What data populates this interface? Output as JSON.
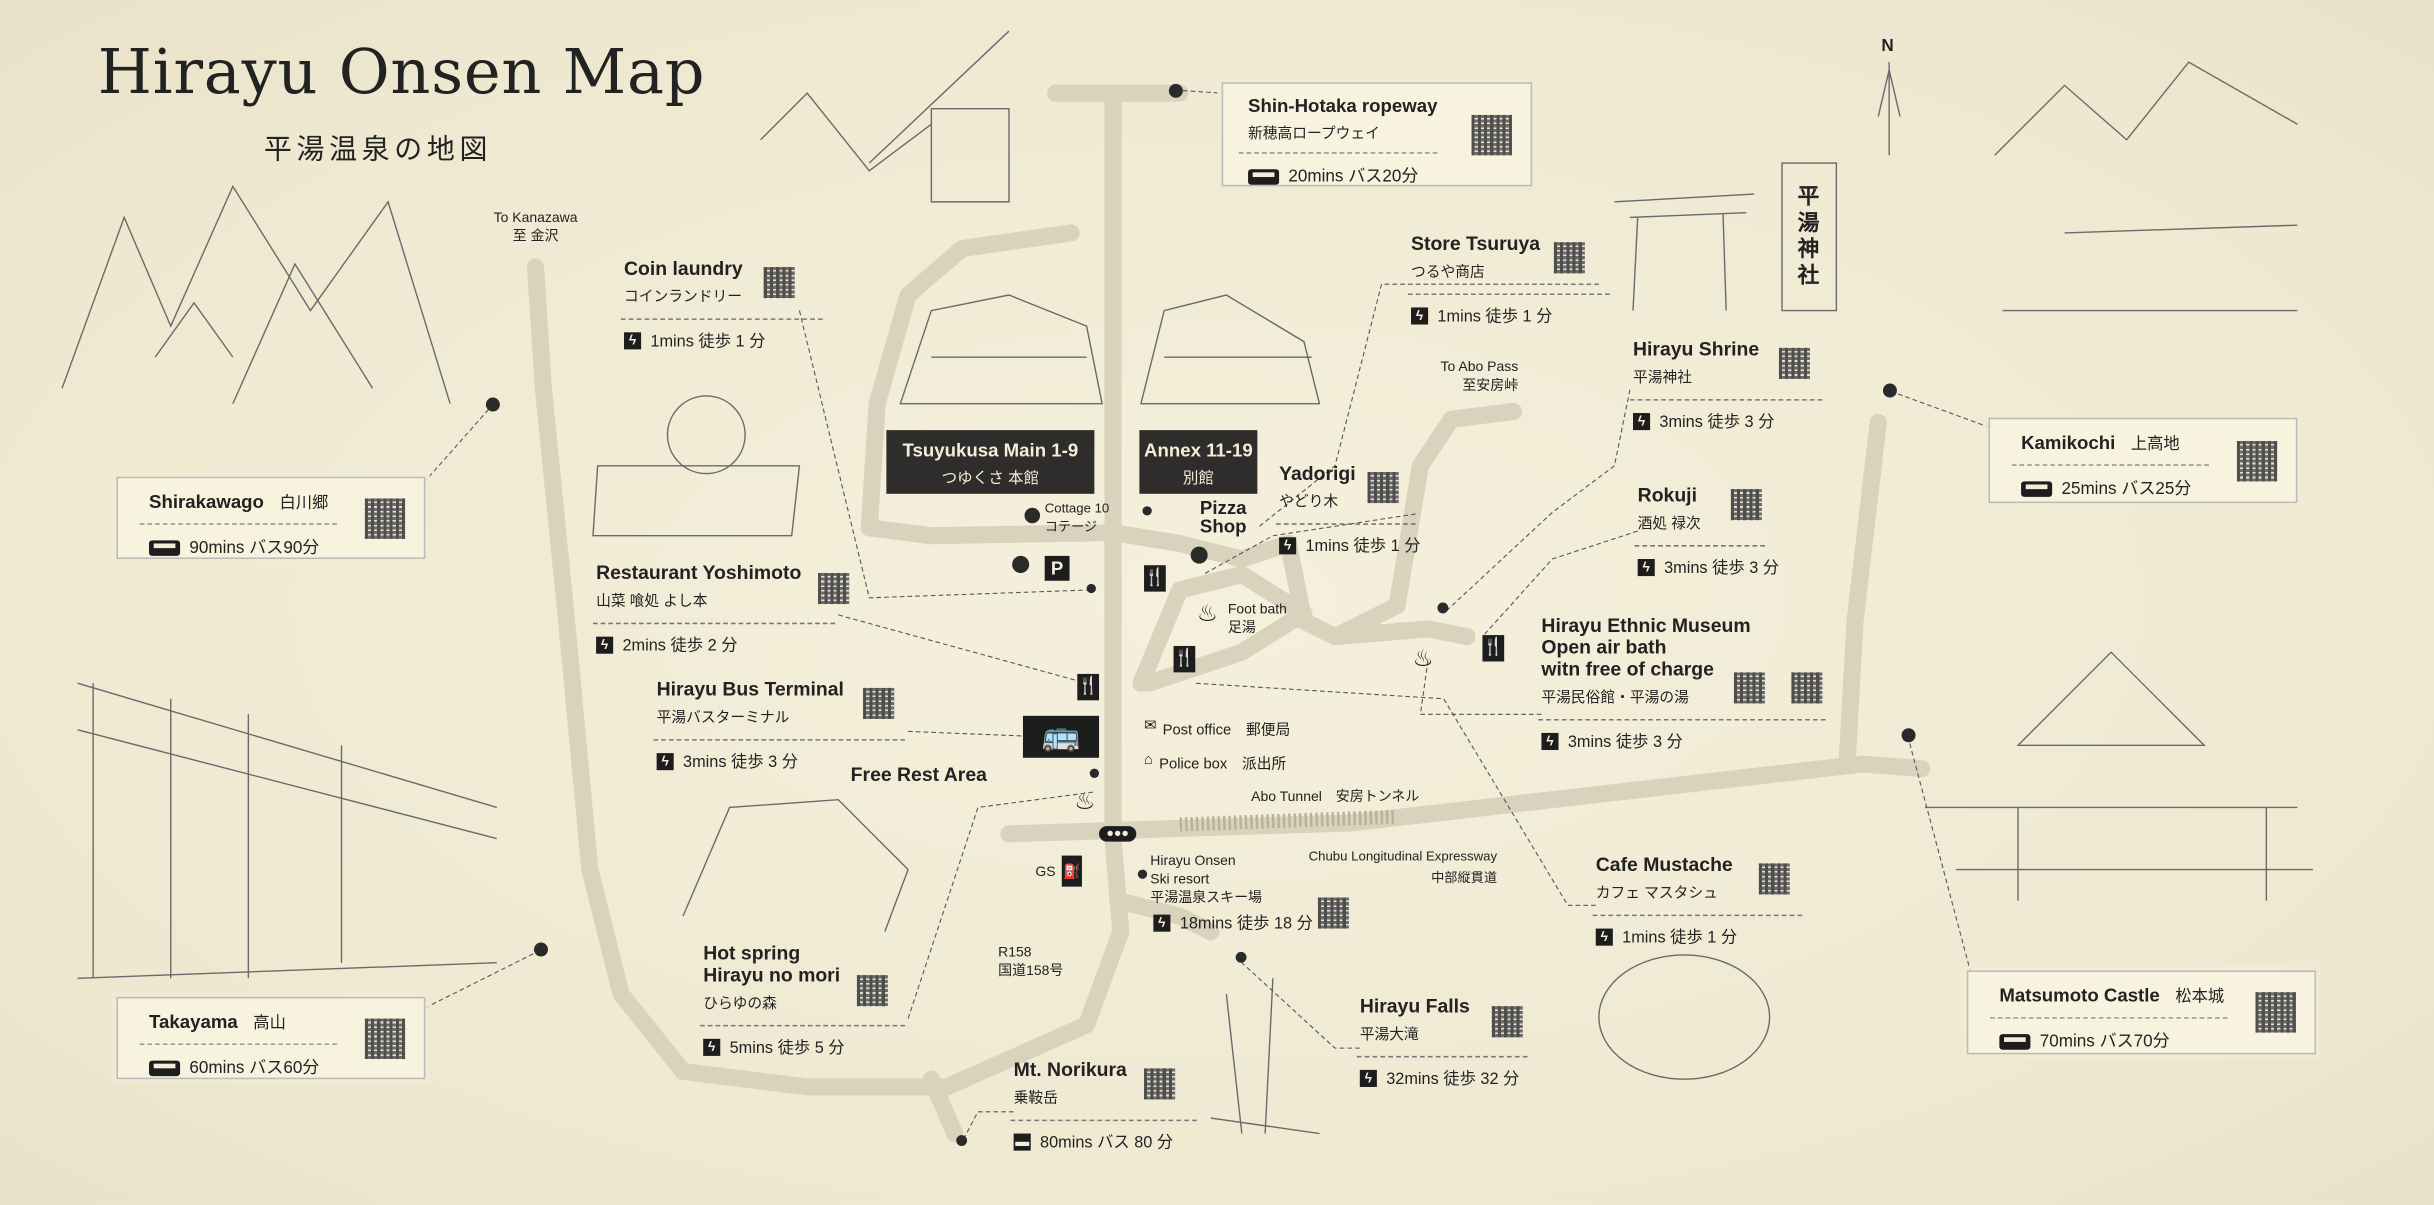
{
  "title": "Hirayu Onsen Map",
  "subtitle": "平湯温泉の地図",
  "compass": "N",
  "colors": {
    "paper": "#f3eed9",
    "ink": "#222222",
    "road": "#dcd6c0",
    "label_box": "#2f2d2b"
  },
  "road_labels": {
    "kanazawa_en": "To Kanazawa",
    "kanazawa_jp": "至 金沢",
    "abo_pass_en": "To Abo Pass",
    "abo_pass_jp": "至安房峠",
    "tunnel": "Abo Tunnel　安房トンネル",
    "expressway_en": "Chubu Longitudinal Expressway",
    "expressway_jp": "中部縦貫道",
    "r158_en": "R158",
    "r158_jp": "国道158号",
    "gs": "GS"
  },
  "hotels": {
    "main_en": "Tsuyukusa Main 1-9",
    "main_jp": "つゆくさ 本館",
    "annex_en": "Annex 11-19",
    "annex_jp": "別館",
    "cottage_en": "Cottage 10",
    "cottage_jp": "コテージ",
    "pizza": "Pizza Shop",
    "parking": "P"
  },
  "facilities": {
    "foot_bath_en": "Foot bath",
    "foot_bath_jp": "足湯",
    "post_office": "Post office　郵便局",
    "police_box": "Police box　派出所",
    "free_rest": "Free Rest Area",
    "ski_en1": "Hirayu Onsen",
    "ski_en2": "Ski resort",
    "ski_jp": "平湯温泉スキー場",
    "ski_walk": "18mins 徒歩 18 分"
  },
  "spots": [
    {
      "name": "Coin laundry",
      "jp": "コインランドリー",
      "walk": "1mins 徒歩 1 分"
    },
    {
      "name": "Restaurant Yoshimoto",
      "jp": "山菜 喰処 よし本",
      "walk": "2mins 徒歩 2 分"
    },
    {
      "name": "Hirayu Bus Terminal",
      "jp": "平湯バスターミナル",
      "walk": "3mins 徒歩 3 分"
    },
    {
      "name": "Hot spring\nHirayu no mori",
      "jp": "ひらゆの森",
      "walk": "5mins 徒歩 5 分"
    },
    {
      "name": "Store Tsuruya",
      "jp": "つるや商店",
      "walk": "1mins 徒歩 1 分"
    },
    {
      "name": "Yadorigi",
      "jp": "やどり木",
      "walk": "1mins 徒歩 1 分"
    },
    {
      "name": "Hirayu Shrine",
      "jp": "平湯神社",
      "walk": "3mins 徒歩 3 分"
    },
    {
      "name": "Rokuji",
      "jp": "酒処 禄次",
      "walk": "3mins 徒歩 3 分"
    },
    {
      "name": "Hirayu Ethnic Museum\nOpen air bath\nwitn free of charge",
      "jp": "平湯民俗館・平湯の湯",
      "walk": "3mins 徒歩 3 分"
    },
    {
      "name": "Cafe Mustache",
      "jp": "カフェ マスタシュ",
      "walk": "1mins 徒歩 1 分"
    },
    {
      "name": "Hirayu Falls",
      "jp": "平湯大滝",
      "walk": "32mins 徒歩 32 分"
    },
    {
      "name": "Mt. Norikura",
      "jp": "乗鞍岳",
      "walk": "80mins バス 80 分"
    }
  ],
  "destinations": [
    {
      "name": "Shin-Hotaka ropeway",
      "jp": "新穂高ロープウェイ",
      "bus": "20mins バス20分"
    },
    {
      "name": "Shirakawago",
      "jp": "白川郷",
      "bus": "90mins バス90分"
    },
    {
      "name": "Takayama",
      "jp": "高山",
      "bus": "60mins バス60分"
    },
    {
      "name": "Kamikochi",
      "jp": "上高地",
      "bus": "25mins バス25分"
    },
    {
      "name": "Matsumoto Castle",
      "jp": "松本城",
      "bus": "70mins バス70分"
    }
  ],
  "shrine_sign": "平湯神社"
}
